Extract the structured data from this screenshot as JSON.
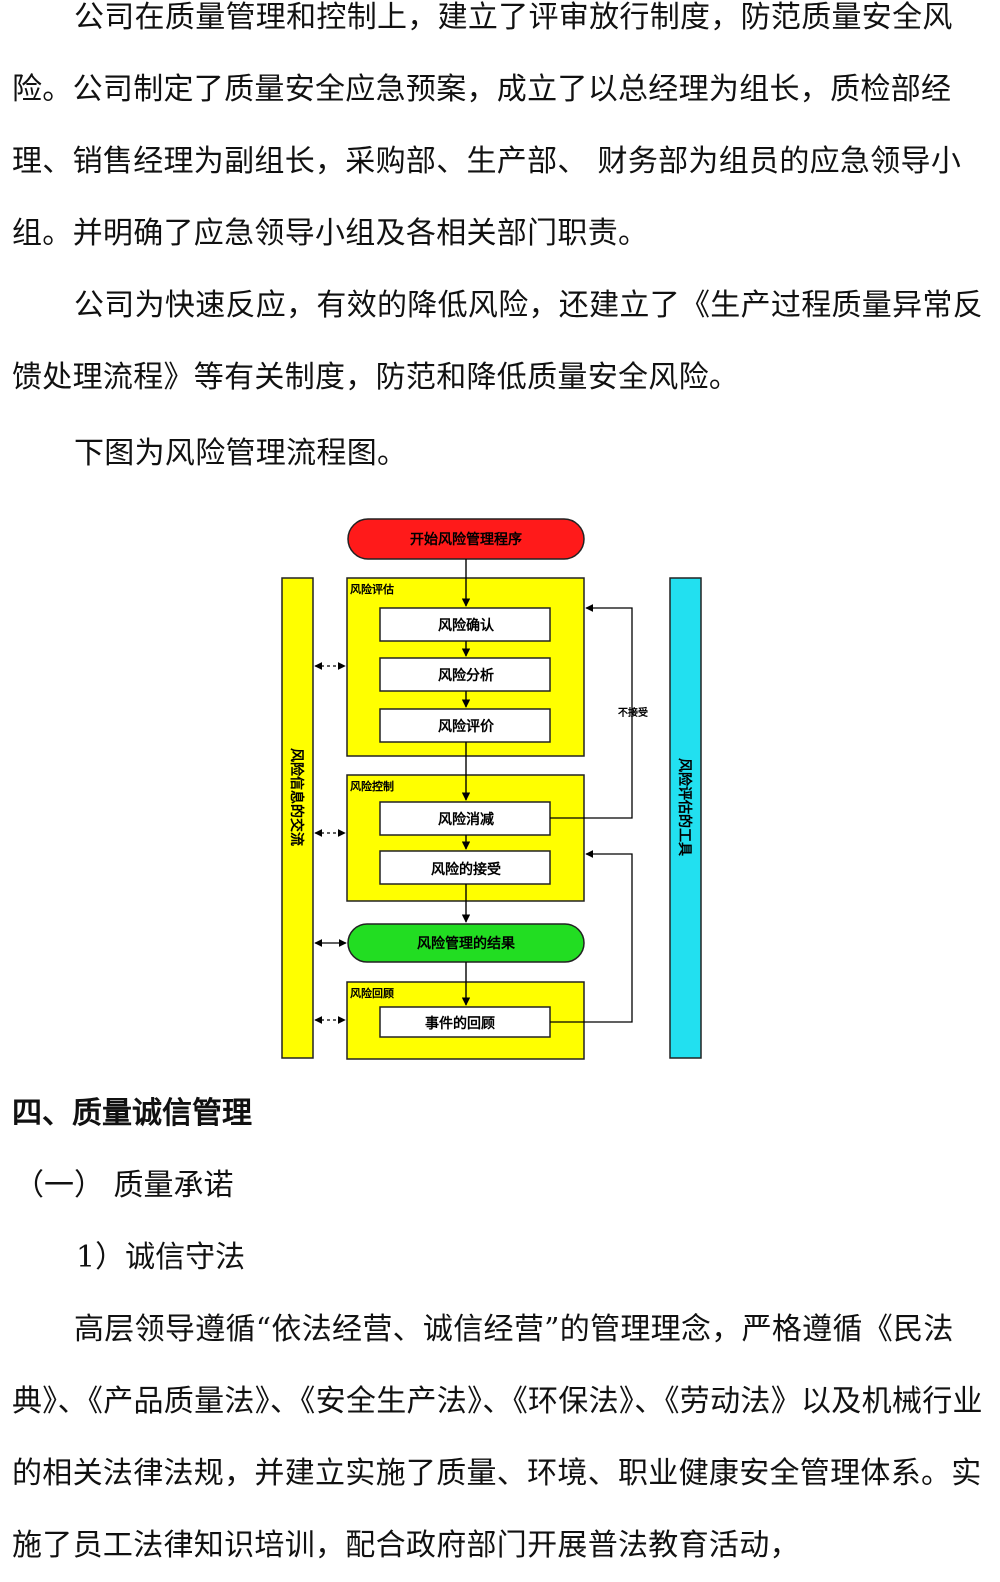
{
  "paragraphs": {
    "p1": "公司在质量管理和控制上，建立了评审放行制度，防范质量安全风险。公司制定了质量安全应急预案，成立了以总经理为组长，质检部经理、销售经理为副组长，采购部、生产部、 财务部为组员的应急领导小组。并明确了应急领导小组及各相关部门职责。",
    "p2": "公司为快速反应，有效的降低风险，还建立了《生产过程质量异常反馈处理流程》等有关制度，防范和降低质量安全风险。",
    "p3": "下图为风险管理流程图。",
    "section_heading": "四、质量诚信管理",
    "subsection": "（一）  质量承诺",
    "item1": "1）诚信守法",
    "p4": "高层领导遵循“依法经营、诚信经营”的管理理念，严格遵循《民法典》、《产品质量法》、《安全生产法》、《环保法》、《劳动法》以及机械行业的相关法律法规，并建立实施了质量、环境、职业健康安全管理体系。实施了员工法律知识培训，配合政府部门开展普法教育活动，"
  },
  "flowchart": {
    "start": "开始风险管理程序",
    "assessment_group": "风险评估",
    "identify": "风险确认",
    "analyze": "风险分析",
    "evaluate": "风险评价",
    "control_group": "风险控制",
    "reduce": "风险消减",
    "accept": "风险的接受",
    "output": "风险管理的结果",
    "review_group": "风险回顾",
    "review_events": "事件的回顾",
    "not_accepted": "不接受",
    "communication": "风险信息的交流",
    "tools": "风险评估的工具",
    "colors": {
      "start_fill": "#ff1a1a",
      "group_fill": "#ffff00",
      "output_fill": "#22dd22",
      "tools_fill": "#22e0f0",
      "box_fill": "#ffffff"
    }
  }
}
